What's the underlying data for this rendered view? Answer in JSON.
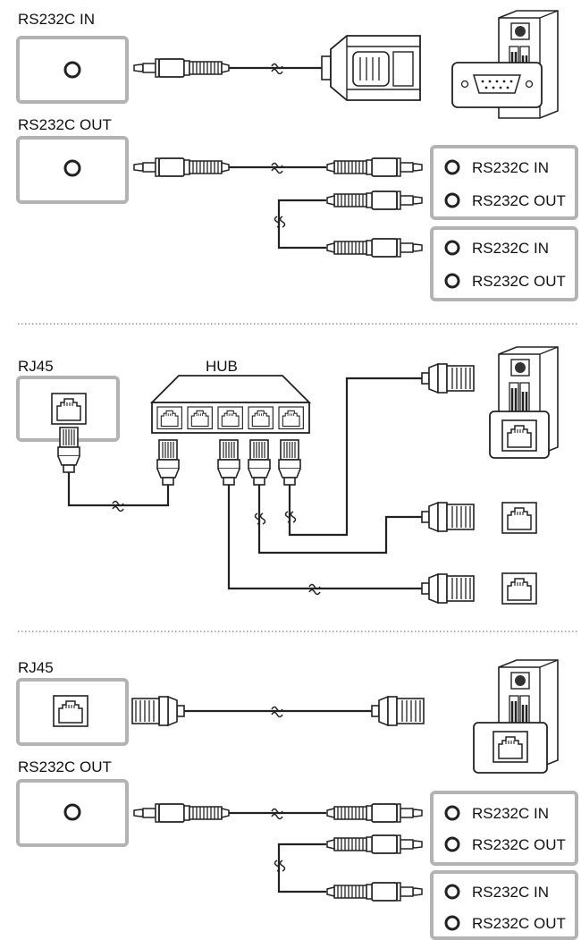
{
  "section1": {
    "in_label": "RS232C IN",
    "out_label": "RS232C OUT",
    "device_a": {
      "port1": "RS232C IN",
      "port2": "RS232C OUT"
    },
    "device_b": {
      "port1": "RS232C IN",
      "port2": "RS232C OUT"
    }
  },
  "section2": {
    "rj45_label": "RJ45",
    "hub_label": "HUB"
  },
  "section3": {
    "rj45_label": "RJ45",
    "out_label": "RS232C OUT",
    "device_a": {
      "port1": "RS232C IN",
      "port2": "RS232C OUT"
    },
    "device_b": {
      "port1": "RS232C IN",
      "port2": "RS232C OUT"
    }
  },
  "colors": {
    "stroke": "#222222",
    "panel_border": "#b3b3b3",
    "divider": "#9a9a9a"
  }
}
